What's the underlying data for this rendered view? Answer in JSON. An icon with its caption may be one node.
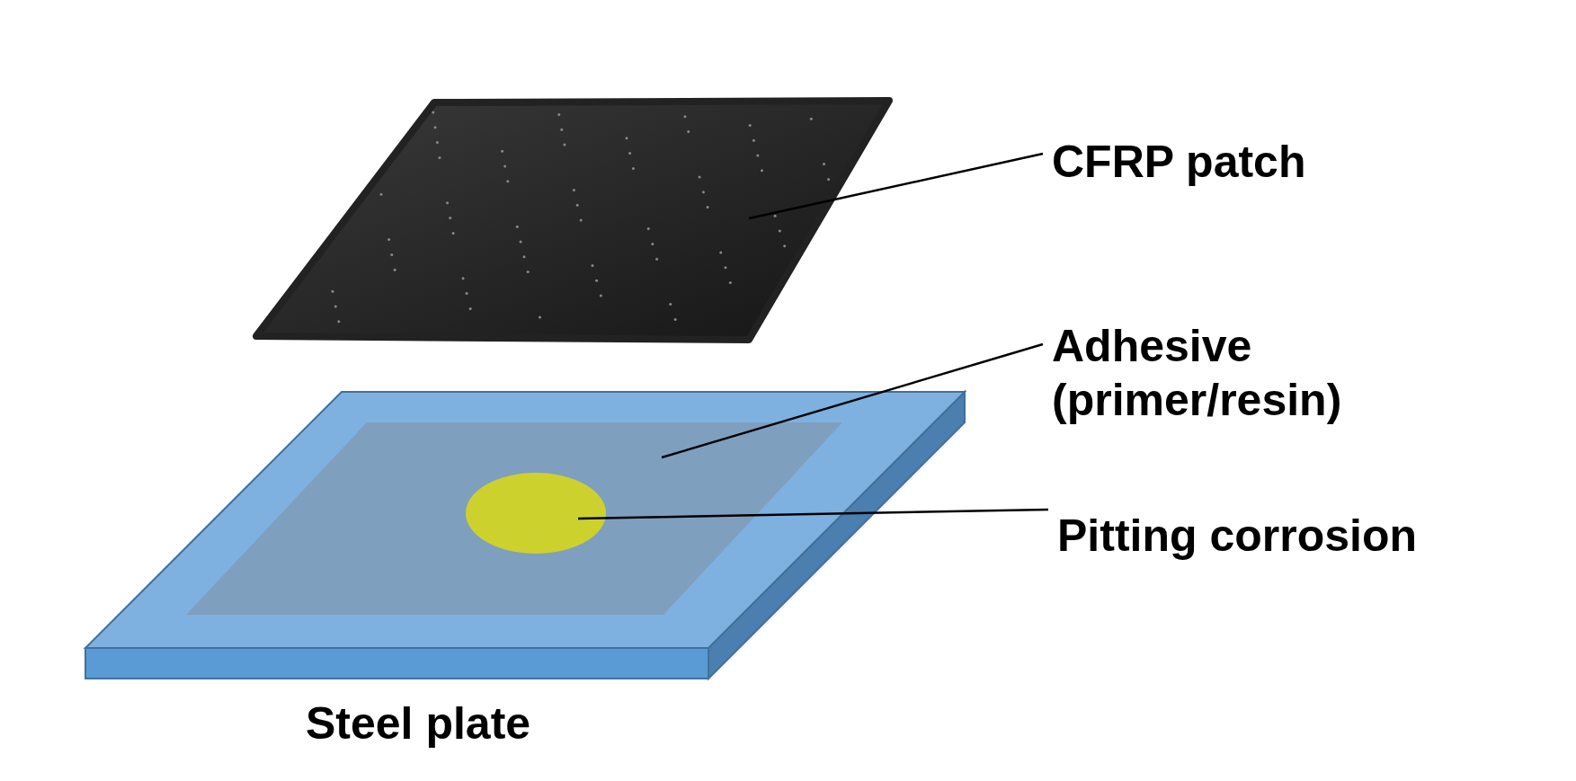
{
  "diagram": {
    "nodes": [
      {
        "text": [
          "CFRP patch"
        ]
      },
      {
        "text": [],
        "shape": "picture"
      },
      {
        "text": [
          "Adhesive (primer/resin)"
        ]
      },
      {
        "text": [],
        "shape": "box"
      },
      {
        "text": [
          "Pitting corrosion"
        ]
      },
      {
        "text": [],
        "shape": "circle",
        "in": 3
      }
    ],
    "edges": [
      {
        "from": 0,
        "to": 1,
        "arrow": "none"
      },
      {
        "from": 2,
        "to": 3,
        "arrow": "none"
      },
      {
        "from": 4,
        "to": 5,
        "arrow": "none"
      }
    ],
    "labels": [
      "Steel plate"
    ]
  }
}
